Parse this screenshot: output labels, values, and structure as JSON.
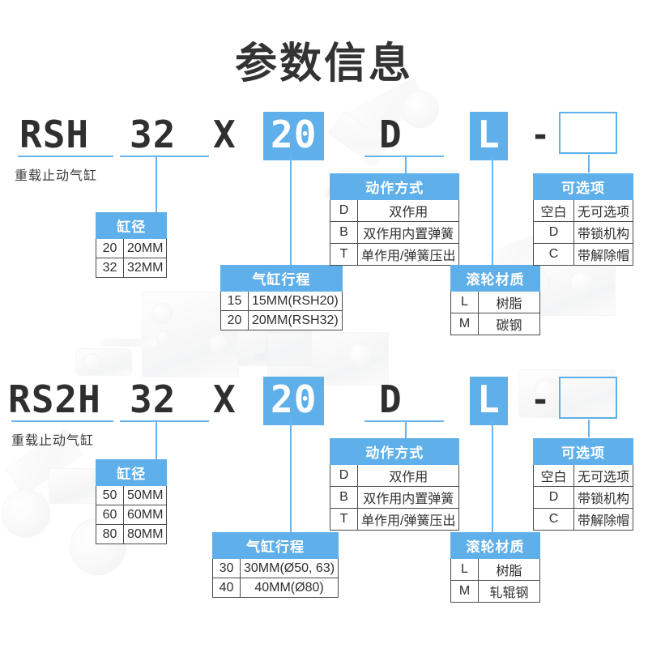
{
  "page": {
    "title": "参数信息",
    "accent_color": "#5FB0EA",
    "line_color": "#69B4EC",
    "text_color": "#2f2f2f"
  },
  "sections": [
    {
      "id": "rsh",
      "caption": "重载止动气缸",
      "code": {
        "series": "RSH",
        "bore": "32",
        "x": "X",
        "stroke": "20",
        "action": "D",
        "roller": "L",
        "dash": "-",
        "option": ""
      },
      "tables": {
        "bore": {
          "header": "缸径",
          "rows": [
            {
              "code": "20",
              "desc": "20MM"
            },
            {
              "code": "32",
              "desc": "32MM"
            }
          ]
        },
        "stroke": {
          "header": "气缸行程",
          "rows": [
            {
              "code": "15",
              "desc": "15MM(RSH20)"
            },
            {
              "code": "20",
              "desc": "20MM(RSH32)"
            }
          ]
        },
        "action": {
          "header": "动作方式",
          "rows": [
            {
              "code": "D",
              "desc": "双作用"
            },
            {
              "code": "B",
              "desc": "双作用内置弹簧"
            },
            {
              "code": "T",
              "desc": "单作用/弹簧压出"
            }
          ]
        },
        "roller": {
          "header": "滚轮材质",
          "rows": [
            {
              "code": "L",
              "desc": "树脂"
            },
            {
              "code": "M",
              "desc": "碳钢"
            }
          ]
        },
        "option": {
          "header": "可选项",
          "rows": [
            {
              "code": "空白",
              "desc": "无可选项"
            },
            {
              "code": "D",
              "desc": "带锁机构"
            },
            {
              "code": "C",
              "desc": "带解除帽"
            }
          ]
        }
      }
    },
    {
      "id": "rs2h",
      "caption": "重载止动气缸",
      "code": {
        "series": "RS2H",
        "bore": "32",
        "x": "X",
        "stroke": "20",
        "action": "D",
        "roller": "L",
        "dash": "-",
        "option": ""
      },
      "tables": {
        "bore": {
          "header": "缸径",
          "rows": [
            {
              "code": "50",
              "desc": "50MM"
            },
            {
              "code": "60",
              "desc": "60MM"
            },
            {
              "code": "80",
              "desc": "80MM"
            }
          ]
        },
        "stroke": {
          "header": "气缸行程",
          "rows": [
            {
              "code": "30",
              "desc": "30MM(Ø50, 63)"
            },
            {
              "code": "40",
              "desc": "40MM(Ø80)"
            }
          ]
        },
        "action": {
          "header": "动作方式",
          "rows": [
            {
              "code": "D",
              "desc": "双作用"
            },
            {
              "code": "B",
              "desc": "双作用内置弹簧"
            },
            {
              "code": "T",
              "desc": "单作用/弹簧压出"
            }
          ]
        },
        "roller": {
          "header": "滚轮材质",
          "rows": [
            {
              "code": "L",
              "desc": "树脂"
            },
            {
              "code": "M",
              "desc": "轧辊钢"
            }
          ]
        },
        "option": {
          "header": "可选项",
          "rows": [
            {
              "code": "空白",
              "desc": "无可选项"
            },
            {
              "code": "D",
              "desc": "带锁机构"
            },
            {
              "code": "C",
              "desc": "带解除帽"
            }
          ]
        }
      }
    }
  ]
}
